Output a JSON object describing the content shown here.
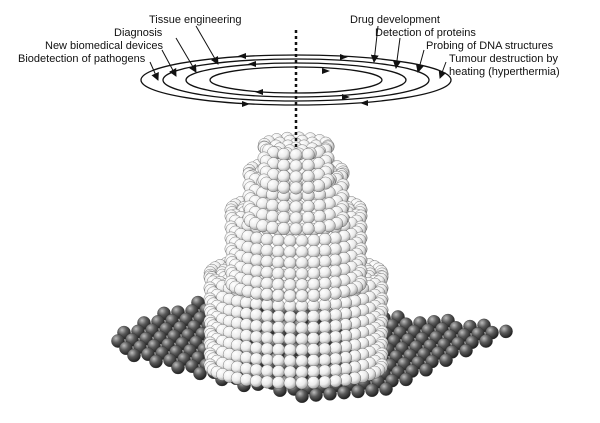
{
  "labels": {
    "tissue_engineering": "Tissue engineering",
    "diagnosis": "Diagnosis",
    "new_biomedical_devices": "New biomedical devices",
    "biodetection_of_pathogens": "Biodetection of pathogens",
    "drug_development": "Drug development",
    "detection_of_proteins": "Detection of proteins",
    "probing_of_dna_structures": "Probing of DNA structures",
    "tumour_destruction_line1": "Tumour destruction by",
    "tumour_destruction_line2": "heating (hyperthermia)"
  },
  "colors": {
    "substrate_sphere": "#444444",
    "stack_sphere": "#f2f2f2",
    "orbit_line": "#111111"
  }
}
